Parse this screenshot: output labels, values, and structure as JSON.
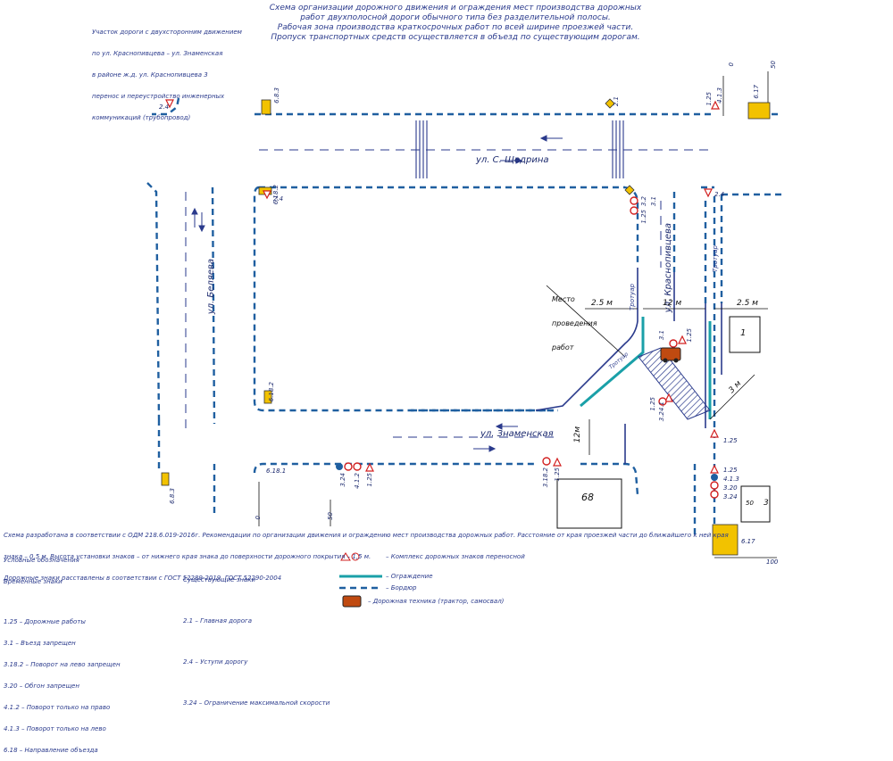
{
  "header": {
    "title_lines": [
      "Схема организации дорожного движения и ограждения мест производства дорожных",
      "работ двухполосной дороги обычного типа без разделительной полосы.",
      "Рабочая зона производства краткосрочных работ по всей ширине проезжей части.",
      "Пропуск транспортных средств осуществляется в объезд по существующим дорогам."
    ]
  },
  "top_left_note": [
    "Участок дороги с двухсторонним движением",
    "по ул. Краснопивцева – ул. Знаменская",
    "в районе ж.д. ул. Краснопивцева 3",
    "перенос и переустройство инженерных",
    "коммуникаций (трубопровод)"
  ],
  "streets": {
    "shchedrina": "ул. С. Щедрина",
    "belyaeva": "ул. Беляева",
    "krasnopivtseva": "ул. Краснопивцева",
    "znamenskaya": "ул. Знаменская",
    "sidewalk_1": "Тротуар",
    "sidewalk_2": "Тротуар",
    "sidewalk_3": "Тротуар"
  },
  "work_site_label": [
    "Место",
    "проведения",
    "работ"
  ],
  "dimensions": {
    "d25_left": "2.5 м",
    "d12_top": "12 м",
    "d25_right": "2.5 м",
    "d3": "3 м",
    "d12_bottom": "12м"
  },
  "buildings": {
    "b1": "1",
    "b68": "68",
    "b3": "3",
    "b50": "50"
  },
  "axis_marks": {
    "m0_top": "0",
    "m50_top": "50",
    "m0_bottom": "0",
    "m50_bottom": "50",
    "m100": "100"
  },
  "sign_labels": {
    "s683_top": "6.8.3",
    "s24_top_left": "2.4",
    "s21_top": "2.1",
    "s125_top_right": "1.25",
    "s413_top_right": "4.1.3",
    "s617_top_right": "6.17",
    "s6182_mid": "6.18.2",
    "s24_mid": "2.4",
    "s24_right": "2.4",
    "s32_a": "3.2",
    "s31_a": "3.1",
    "s125_b": "1.25",
    "s6182_left": "6.18.2",
    "s31_work": "3.1",
    "s125_work": "1.25",
    "s125_work2": "1.25",
    "s3241": "3.24.1",
    "s125_right": "1.25",
    "s125_right2": "1.25",
    "s413_right": "4.1.3",
    "s320_right": "3.20",
    "s324_right": "3.24",
    "s617_bottom": "6.17",
    "s6181_bottom": "6.18.1",
    "s683_bottom": "6.8.3",
    "s324_bot": "3.24",
    "s412_bot": "4.1.2",
    "s125_bot": "1.25",
    "s3182_bot": "3.18.2",
    "s125_bot2": "1.25"
  },
  "footer_note": [
    "Схема разработана в соответствии с ОДМ 218.6.019-2016г. Рекомендации по организации движения и ограждению мест производства дорожных работ. Расстояние от края проезжей части до ближайшего к ней края",
    "знака – 0,5 м. Высота установки знаков – от нижнего края знака до поверхности дорожного покрытия – 1,5 м.",
    "Дорожные знаки расставлены в соответствии с ГОСТ 52289-2019, ГОСТ 52290-2004"
  ],
  "legend": {
    "title1": "Условные обозначения",
    "title2": "Временные знаки",
    "temporary": [
      "1.25 – Дорожные работы",
      "3.1 – Въезд запрещен",
      "3.18.2 – Поворот на лево запрещен",
      "3.20 – Обгон запрещен",
      "4.1.2 – Поворот только на право",
      "4.1.3 – Поворот только на лево",
      "6.18 – Направление объезда"
    ],
    "existing_title": "Существующие знаки",
    "existing": [
      "2.1 – Главная дорога",
      "2.4 – Уступи дорогу",
      "3.24 – Ограничение максимальной скорости"
    ],
    "symbols": [
      "– Комплекс дорожных знаков переносной",
      "– Ограждение",
      "– Бордюр",
      "– Дорожная техника (трактор, самосвал)"
    ]
  },
  "colors": {
    "line": "#2a3a8c",
    "curb": "#1f5fa0",
    "fence": "#1aa0a8",
    "sign_yellow": "#f2c200",
    "sign_red": "#d22020"
  }
}
